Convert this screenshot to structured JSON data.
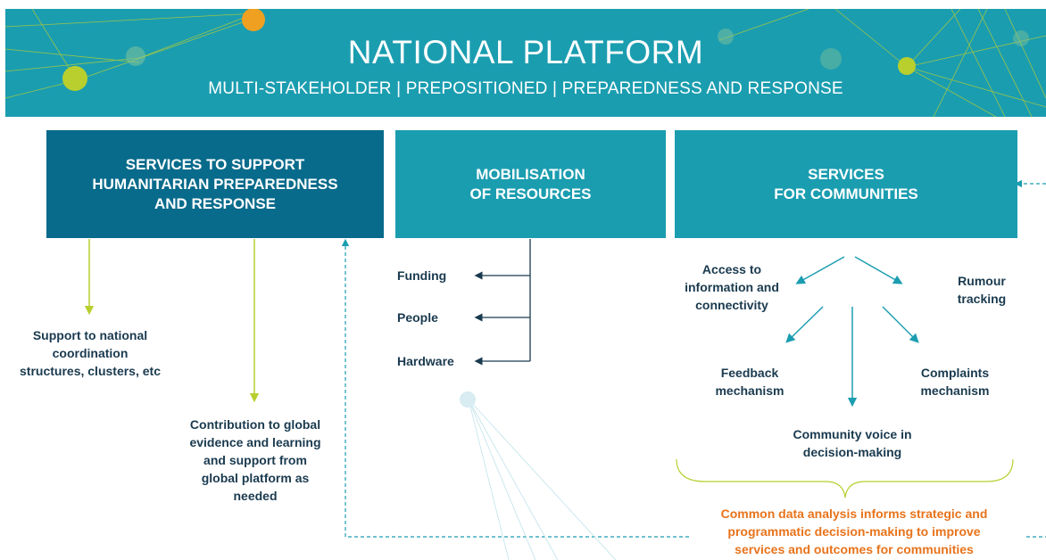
{
  "header": {
    "title": "NATIONAL PLATFORM",
    "subtitle": "MULTI-STAKEHOLDER | PREPOSITIONED | PREPAREDNESS AND RESPONSE"
  },
  "boxes": {
    "services_support": "SERVICES TO SUPPORT\nHUMANITARIAN PREPAREDNESS\nAND RESPONSE",
    "mobilisation": "MOBILISATION\nOF RESOURCES",
    "communities": "SERVICES\nFOR COMMUNITIES"
  },
  "support_outputs": {
    "national": "Support to national\ncoordination\nstructures, clusters, etc",
    "global": "Contribution to global\nevidence and learning\nand support from\nglobal platform as\nneeded"
  },
  "resources": [
    "Funding",
    "People",
    "Hardware"
  ],
  "community_services": {
    "access": "Access to\ninformation and\nconnectivity",
    "rumour": "Rumour\ntracking",
    "feedback": "Feedback\nmechanism",
    "complaints": "Complaints\nmechanism",
    "voice": "Community voice in\ndecision-making"
  },
  "footer_note": "Common data analysis informs strategic and\nprogrammatic decision-making to improve\nservices and outcomes for communities",
  "colors": {
    "banner": "#1b9db0",
    "dark_box": "#086b8b",
    "mid_box": "#1b9db0",
    "label_text": "#1a3a4f",
    "arrow_green": "#b8cf2e",
    "arrow_teal": "#1b9db0",
    "arrow_navy": "#1a3a4f",
    "accent_orange": "#e8731b",
    "dot_orange": "#f0a020",
    "dot_green": "#b8cf2e"
  }
}
